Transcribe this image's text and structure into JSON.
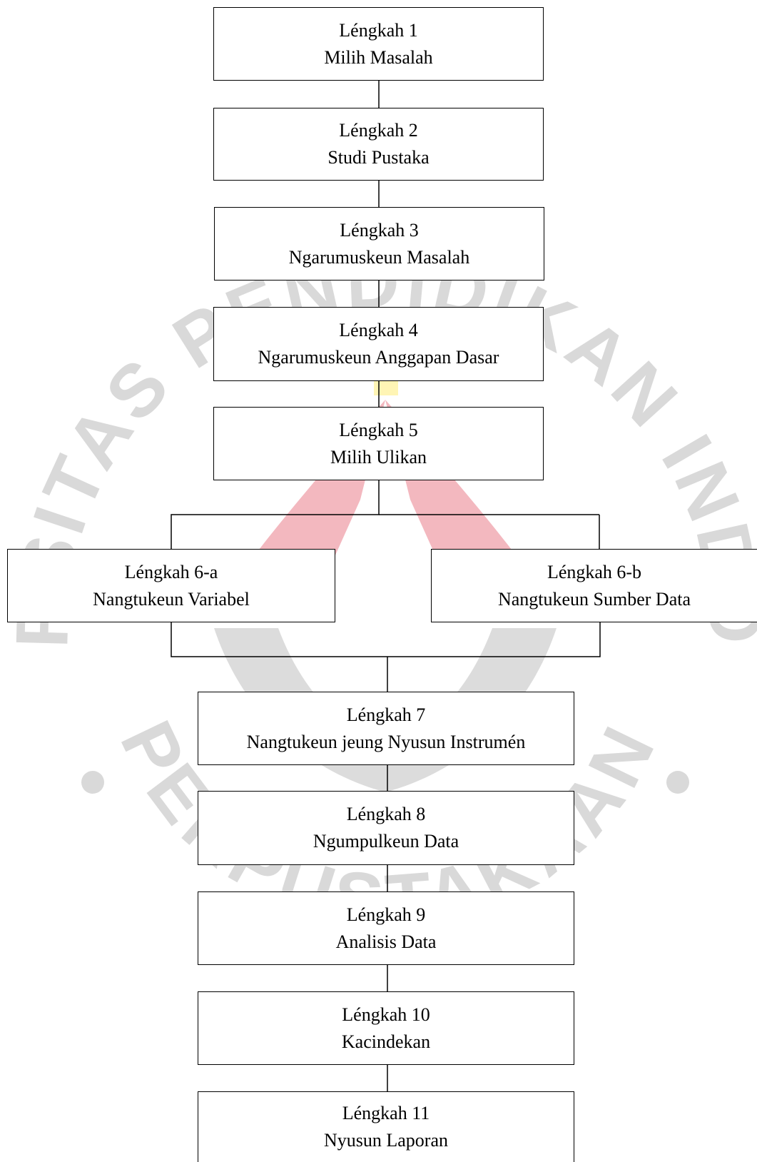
{
  "watermark": {
    "ring_text_top": "UNIVERSITAS PENDIDIKAN INDONESIA",
    "ring_text_bottom": "PERPUSTAKAAN",
    "colors": {
      "ring_text": "#d9d9d9",
      "emblem_red": "#f3b8bf",
      "emblem_grey": "#dcdcdc",
      "emblem_yellow": "#fff5b5"
    }
  },
  "steps": [
    {
      "number": "Léngkah 1",
      "title": "Milih Masalah"
    },
    {
      "number": "Léngkah 2",
      "title": "Studi Pustaka"
    },
    {
      "number": "Léngkah 3",
      "title": "Ngarumuskeun Masalah"
    },
    {
      "number": "Léngkah 4",
      "title": "Ngarumuskeun Anggapan Dasar"
    },
    {
      "number": "Léngkah 5",
      "title": "Milih Ulikan"
    },
    {
      "number": "Léngkah 6-a",
      "title": "Nangtukeun Variabel"
    },
    {
      "number": "Léngkah 6-b",
      "title": "Nangtukeun Sumber Data"
    },
    {
      "number": "Léngkah 7",
      "title": "Nangtukeun jeung Nyusun Instrumén"
    },
    {
      "number": "Léngkah 8",
      "title": "Ngumpulkeun Data"
    },
    {
      "number": "Léngkah 9",
      "title": "Analisis Data"
    },
    {
      "number": "Léngkah 10",
      "title": "Kacindekan"
    },
    {
      "number": "Léngkah 11",
      "title": "Nyusun Laporan"
    }
  ]
}
